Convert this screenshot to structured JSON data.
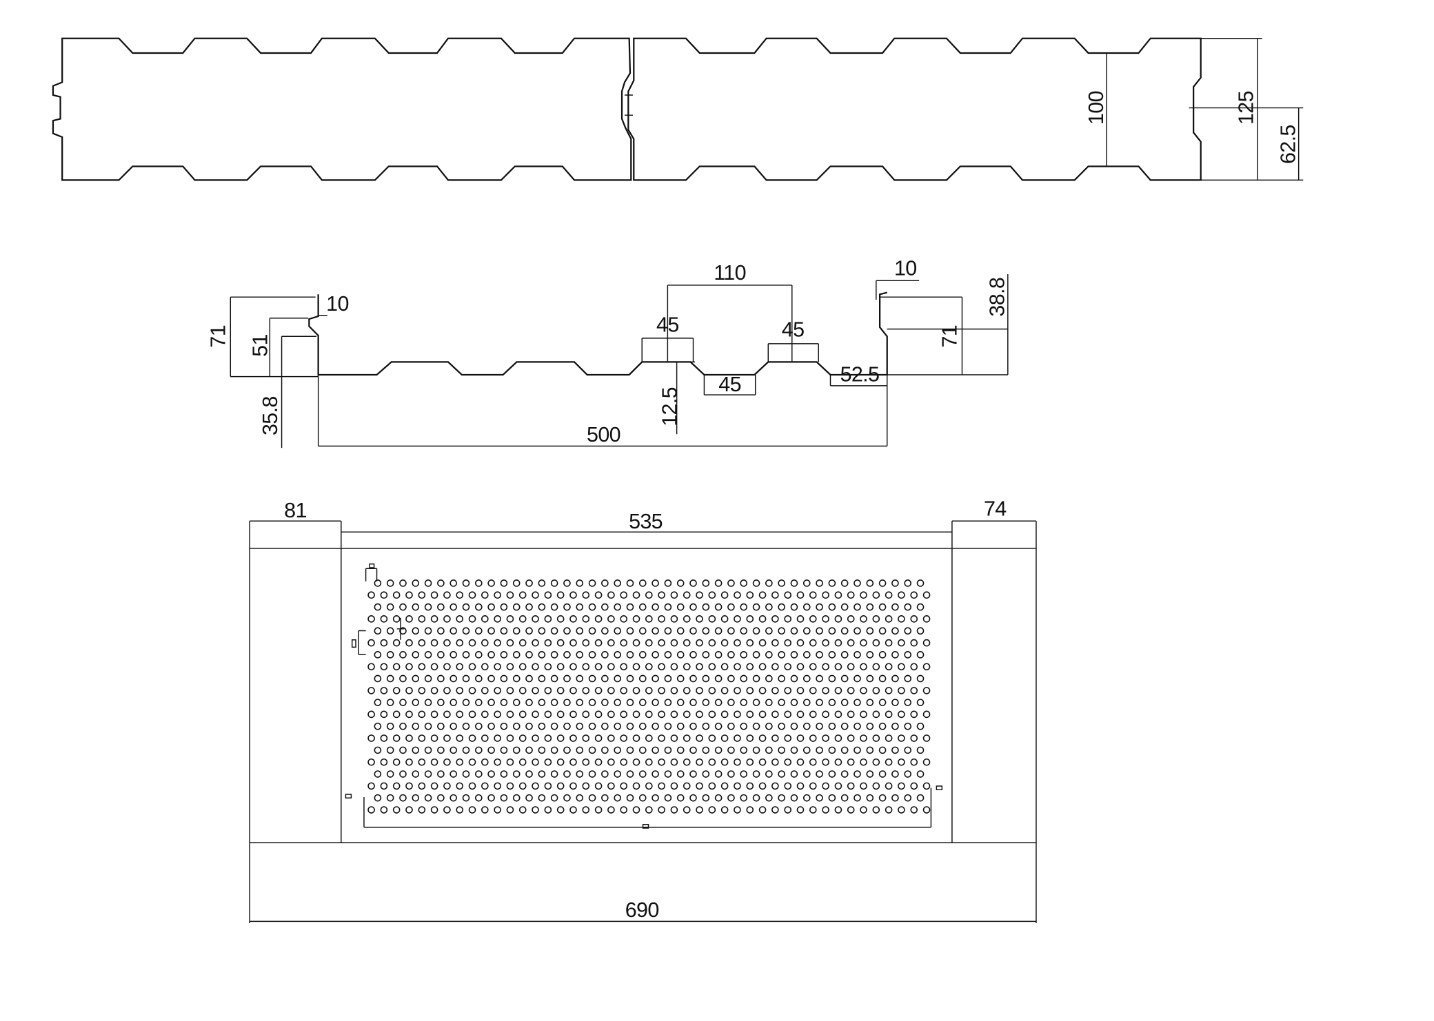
{
  "plan_view": {
    "dim_100": "100",
    "dim_125": "125",
    "dim_62_5": "62.5"
  },
  "section_view": {
    "dim_110": "110",
    "dim_10_right": "10",
    "dim_38_8": "38.8",
    "dim_71_right": "71",
    "dim_45_left": "45",
    "dim_45_right": "45",
    "dim_45_bottom": "45",
    "dim_10_left": "10",
    "dim_71_left": "71",
    "dim_51": "51",
    "dim_35_8": "35.8",
    "dim_12_5": "12.5",
    "dim_52_5": "52.5",
    "dim_500": "500"
  },
  "perforated_view": {
    "dim_81": "81",
    "dim_535": "535",
    "dim_74": "74",
    "dim_690": "690"
  },
  "colors": {
    "line": "#111111",
    "background": "#ffffff"
  }
}
